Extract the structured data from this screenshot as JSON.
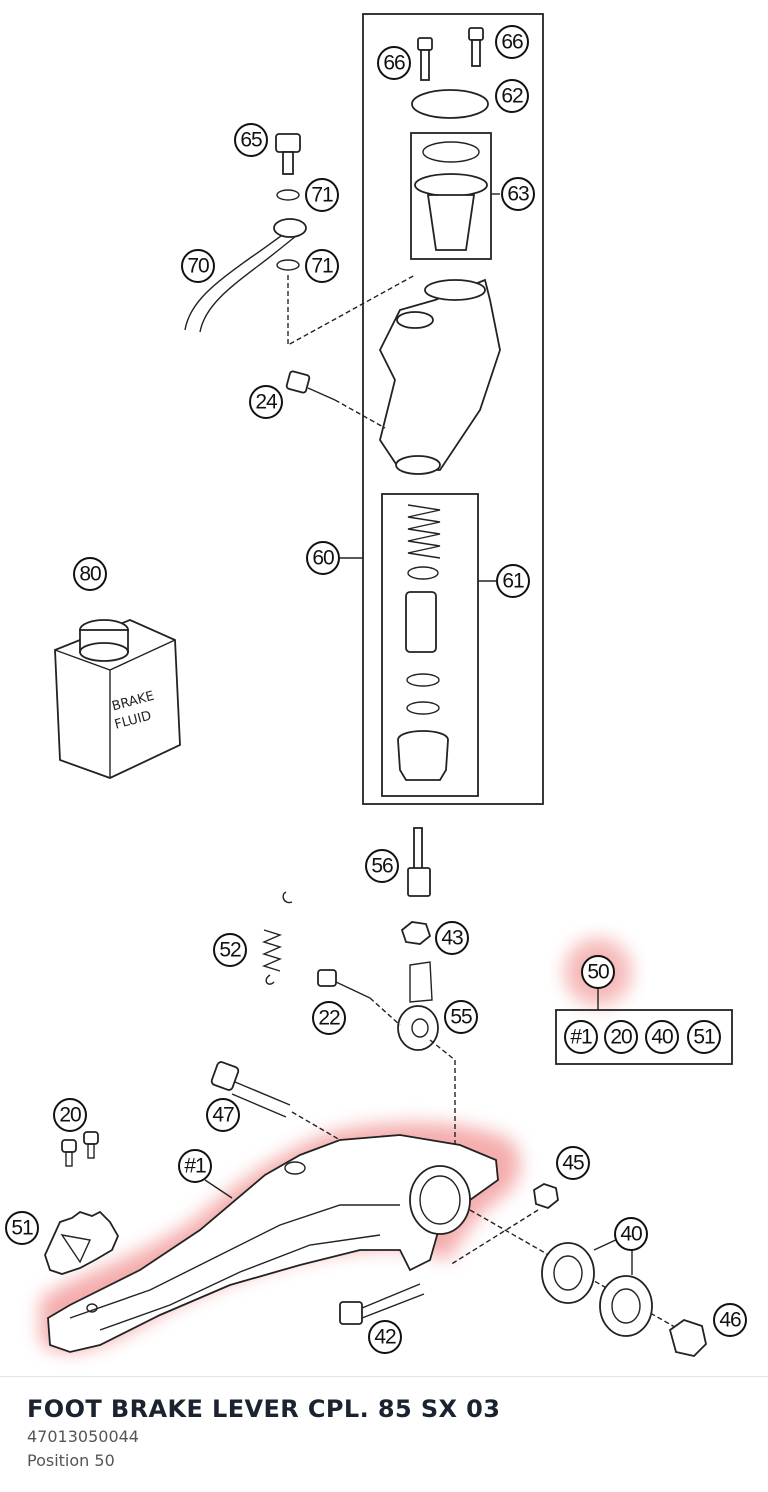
{
  "product": {
    "title": "FOOT BRAKE LEVER CPL. 85 SX 03",
    "part_number": "47013050044",
    "position": "Position 50"
  },
  "diagram": {
    "callouts": {
      "c66a": "66",
      "c66b": "66",
      "c62": "62",
      "c63": "63",
      "c65": "65",
      "c71a": "71",
      "c71b": "71",
      "c70": "70",
      "c24": "24",
      "c60": "60",
      "c61": "61",
      "c80": "80",
      "c56": "56",
      "c43": "43",
      "c52": "52",
      "c22": "22",
      "c55": "55",
      "c50": "50",
      "c47": "47",
      "c20": "20",
      "c45": "45",
      "c1": "#1",
      "c51": "51",
      "c40": "40",
      "c46": "46",
      "c42": "42"
    },
    "kit_contents": [
      "#1",
      "20",
      "40",
      "51"
    ],
    "fluid_label_line1": "BRAKE",
    "fluid_label_line2": "FLUID",
    "highlight_color": "#f08a8a"
  }
}
